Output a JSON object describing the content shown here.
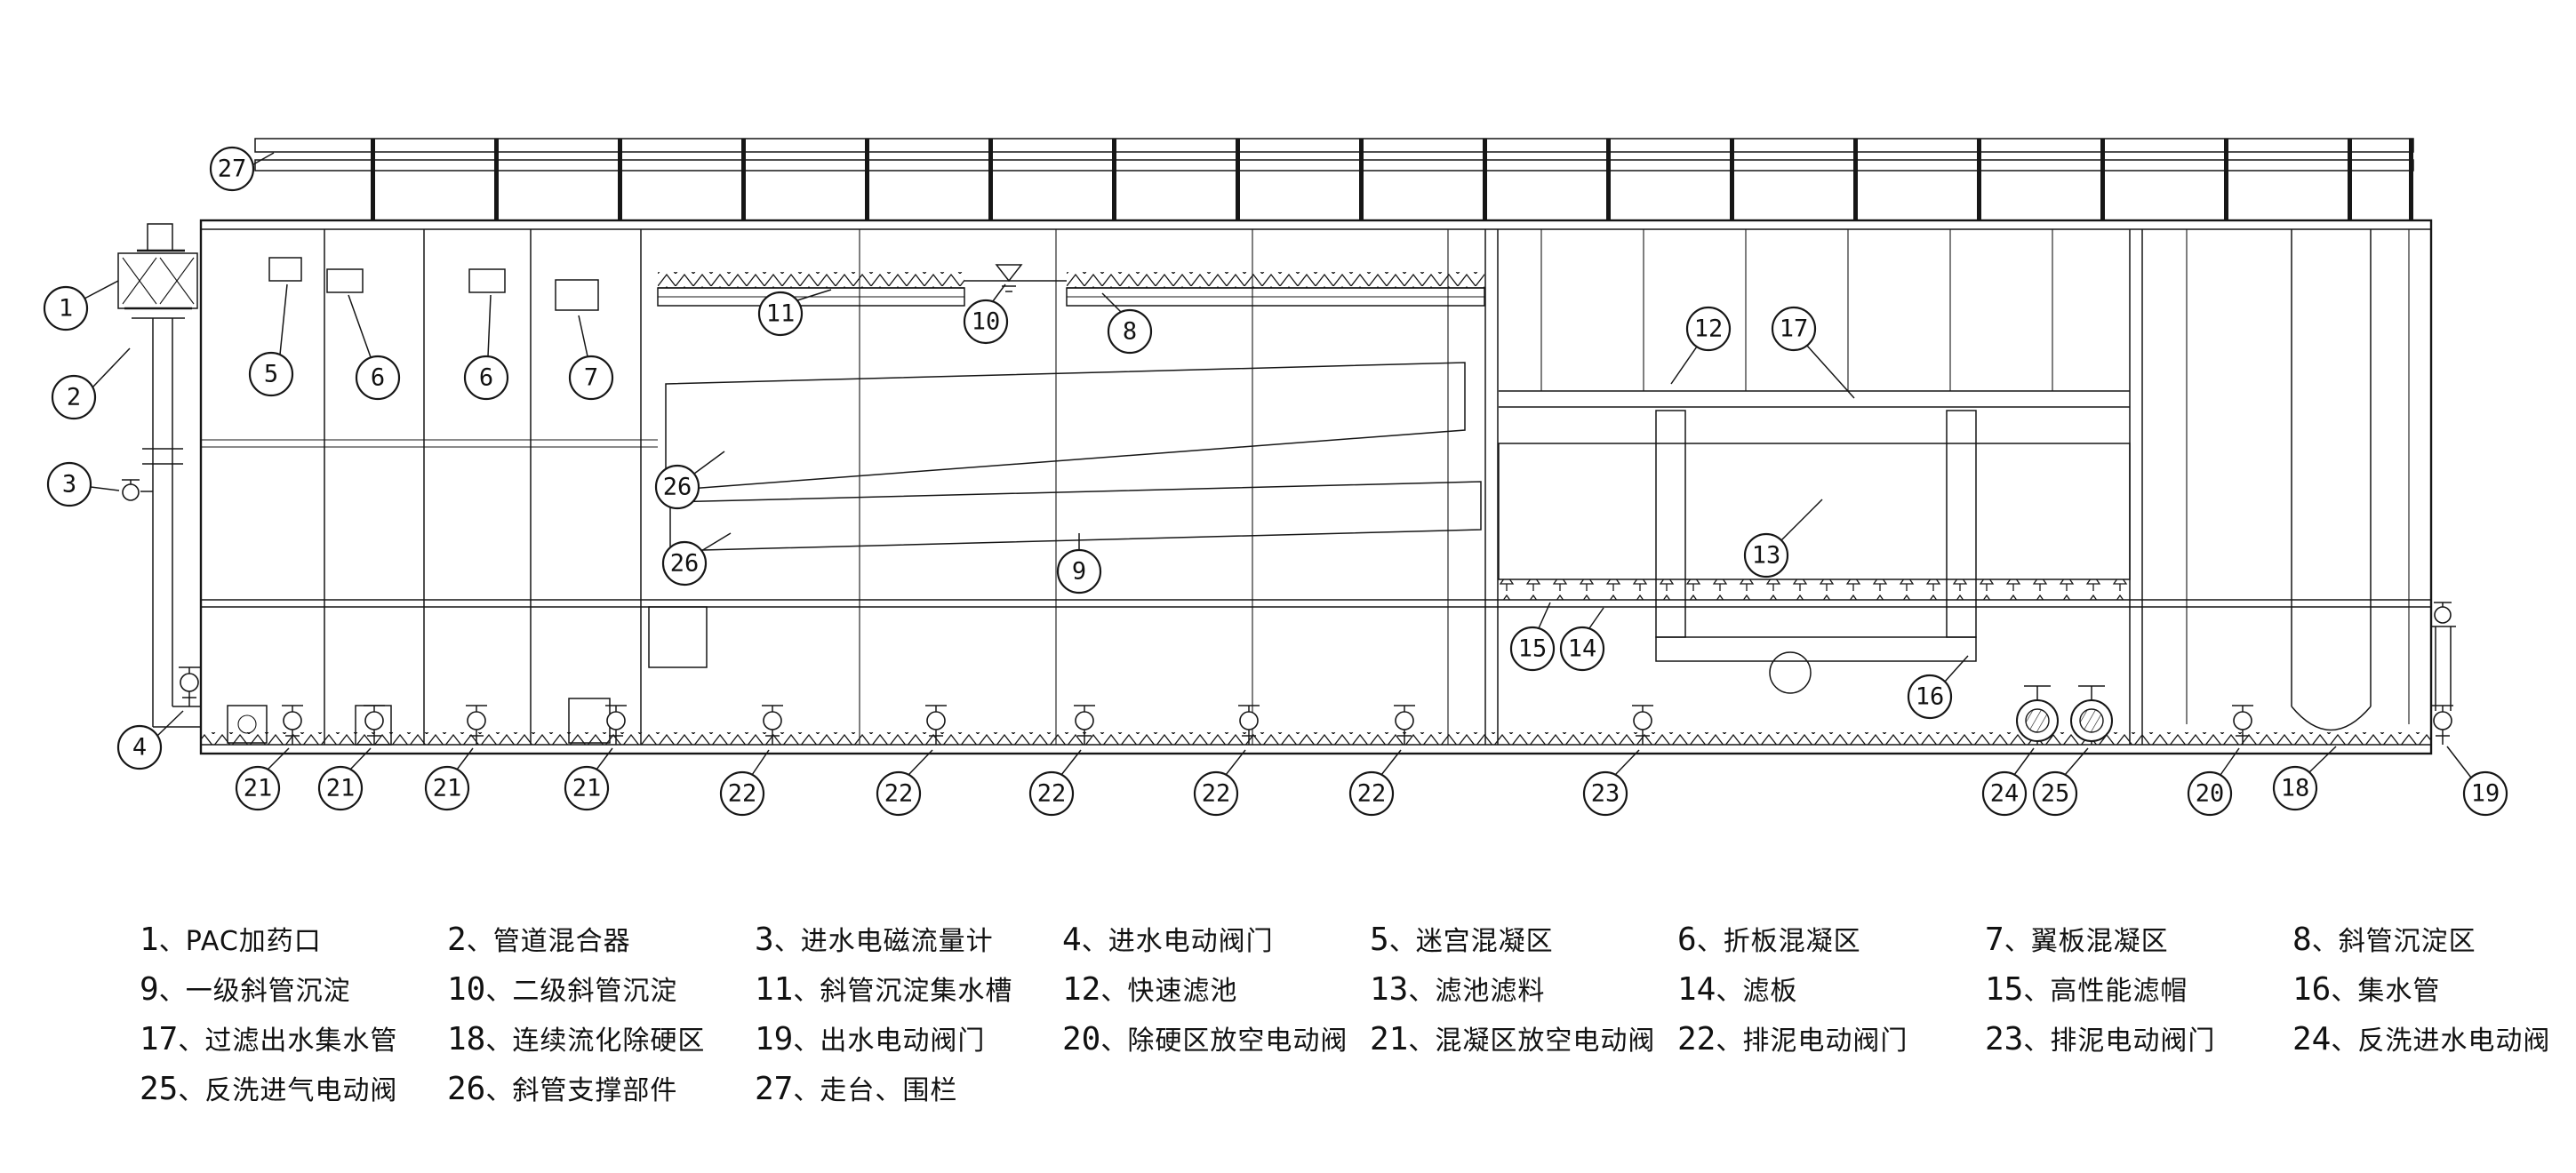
{
  "page": {
    "background": "#ffffff",
    "line_color": "#161616"
  },
  "callouts": {
    "1": "1",
    "2": "2",
    "3": "3",
    "4": "4",
    "5": "5",
    "6": "6",
    "7": "7",
    "8": "8",
    "9": "9",
    "10": "10",
    "11": "11",
    "12": "12",
    "13": "13",
    "14": "14",
    "15": "15",
    "16": "16",
    "17": "17",
    "18": "18",
    "19": "19",
    "20": "20",
    "21": "21",
    "22": "22",
    "23": "23",
    "24": "24",
    "25": "25",
    "26": "26",
    "27": "27"
  },
  "legend": {
    "separator": "、",
    "items": [
      {
        "num": "1",
        "label": "PAC加药口"
      },
      {
        "num": "2",
        "label": "管道混合器"
      },
      {
        "num": "3",
        "label": "进水电磁流量计"
      },
      {
        "num": "4",
        "label": "进水电动阀门"
      },
      {
        "num": "5",
        "label": "迷宫混凝区"
      },
      {
        "num": "6",
        "label": "折板混凝区"
      },
      {
        "num": "7",
        "label": "翼板混凝区"
      },
      {
        "num": "8",
        "label": "斜管沉淀区"
      },
      {
        "num": "9",
        "label": "一级斜管沉淀"
      },
      {
        "num": "10",
        "label": "二级斜管沉淀"
      },
      {
        "num": "11",
        "label": "斜管沉淀集水槽"
      },
      {
        "num": "12",
        "label": "快速滤池"
      },
      {
        "num": "13",
        "label": "滤池滤料"
      },
      {
        "num": "14",
        "label": "滤板"
      },
      {
        "num": "15",
        "label": "高性能滤帽"
      },
      {
        "num": "16",
        "label": "集水管"
      },
      {
        "num": "17",
        "label": "过滤出水集水管"
      },
      {
        "num": "18",
        "label": "连续流化除硬区"
      },
      {
        "num": "19",
        "label": "出水电动阀门"
      },
      {
        "num": "20",
        "label": "除硬区放空电动阀"
      },
      {
        "num": "21",
        "label": "混凝区放空电动阀"
      },
      {
        "num": "22",
        "label": "排泥电动阀门"
      },
      {
        "num": "23",
        "label": "排泥电动阀门"
      },
      {
        "num": "24",
        "label": "反洗进水电动阀"
      },
      {
        "num": "25",
        "label": "反洗进气电动阀"
      },
      {
        "num": "26",
        "label": "斜管支撑部件"
      },
      {
        "num": "27",
        "label": "走台、围栏"
      }
    ]
  }
}
